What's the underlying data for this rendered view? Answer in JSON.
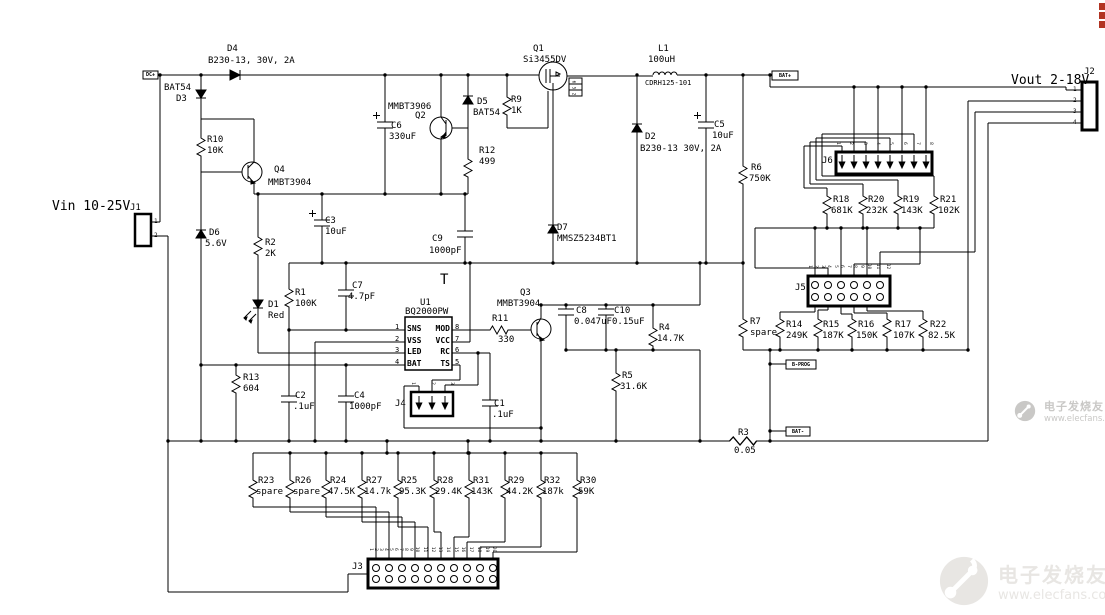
{
  "labels": {
    "vin": "Vin 10-25V",
    "vout": "Vout 2-18V",
    "probe_t": "T"
  },
  "connectors": {
    "j1": "J1",
    "j2": "J2",
    "j3": "J3",
    "j4": "J4",
    "j5": "J5",
    "j6": "J6"
  },
  "net_labels": {
    "dc_plus": "DC+",
    "bat_plus": "BAT+",
    "b_prog": "B-PROG",
    "bat_minus": "BAT-"
  },
  "ic": {
    "ref": "U1",
    "part": "BQ2000PW",
    "left_pin_numbers": [
      "1",
      "2",
      "3",
      "4"
    ],
    "left_pin_names": [
      "SNS",
      "VSS",
      "LED",
      "BAT"
    ],
    "right_pin_numbers": [
      "8",
      "7",
      "6",
      "5"
    ],
    "right_pin_names": [
      "MOD",
      "VCC",
      "RC",
      "TS"
    ]
  },
  "components": {
    "d4": {
      "ref": "D4",
      "value": "B230-13, 30V, 2A"
    },
    "d3": {
      "ref": "D3",
      "value": "BAT54"
    },
    "r10": {
      "ref": "R10",
      "value": "10K"
    },
    "q4": {
      "ref": "Q4",
      "value": "MMBT3904"
    },
    "q2": {
      "ref": "Q2",
      "value": "MMBT3906"
    },
    "c6": {
      "ref": "C6",
      "value": "330uF"
    },
    "d5": {
      "ref": "D5",
      "value": "BAT54"
    },
    "r9": {
      "ref": "R9",
      "value": "1K"
    },
    "q1": {
      "ref": "Q1",
      "value": "Si3455DV"
    },
    "r12": {
      "ref": "R12",
      "value": "499"
    },
    "l1": {
      "ref": "L1",
      "value": "100uH",
      "part": "CDRH125-101"
    },
    "d2": {
      "ref": "D2",
      "value": "B230-13 30V, 2A"
    },
    "c5": {
      "ref": "C5",
      "value": "10uF"
    },
    "r6": {
      "ref": "R6",
      "value": "750K"
    },
    "d6": {
      "ref": "D6",
      "value": "5.6V"
    },
    "r2": {
      "ref": "R2",
      "value": "2K"
    },
    "c3": {
      "ref": "C3",
      "value": "10uF"
    },
    "c7": {
      "ref": "C7",
      "value": "4.7pF"
    },
    "d1": {
      "ref": "D1",
      "value": "Red"
    },
    "r1": {
      "ref": "R1",
      "value": "100K"
    },
    "c9": {
      "ref": "C9",
      "value": "1000pF"
    },
    "d7": {
      "ref": "D7",
      "value": "MMSZ5234BT1"
    },
    "r11": {
      "ref": "R11",
      "value": "330"
    },
    "q3": {
      "ref": "Q3",
      "value": "MMBT3904"
    },
    "c8": {
      "ref": "C8",
      "value": "0.047uF"
    },
    "c10": {
      "ref": "C10",
      "value": "0.15uF"
    },
    "r4": {
      "ref": "R4",
      "value": "14.7K"
    },
    "r5": {
      "ref": "R5",
      "value": "31.6K"
    },
    "r13": {
      "ref": "R13",
      "value": "604"
    },
    "c2": {
      "ref": "C2",
      "value": ".1uF"
    },
    "c4": {
      "ref": "C4",
      "value": "1000pF"
    },
    "c1": {
      "ref": "C1",
      "value": ".1uF"
    },
    "r3": {
      "ref": "R3",
      "value": "0.05"
    },
    "r18": {
      "ref": "R18",
      "value": "681K"
    },
    "r20": {
      "ref": "R20",
      "value": "232K"
    },
    "r19": {
      "ref": "R19",
      "value": "143K"
    },
    "r21": {
      "ref": "R21",
      "value": "102K"
    },
    "r7": {
      "ref": "R7",
      "value": "spare"
    },
    "r14": {
      "ref": "R14",
      "value": "249K"
    },
    "r15": {
      "ref": "R15",
      "value": "187K"
    },
    "r16": {
      "ref": "R16",
      "value": "150K"
    },
    "r17": {
      "ref": "R17",
      "value": "107K"
    },
    "r22": {
      "ref": "R22",
      "value": "82.5K"
    },
    "r23": {
      "ref": "R23",
      "value": "spare"
    },
    "r26": {
      "ref": "R26",
      "value": "spare"
    },
    "r24": {
      "ref": "R24",
      "value": "47.5K"
    },
    "r27": {
      "ref": "R27",
      "value": "14.7k"
    },
    "r25": {
      "ref": "R25",
      "value": "95.3K"
    },
    "r28": {
      "ref": "R28",
      "value": "29.4K"
    },
    "r31": {
      "ref": "R31",
      "value": "143K"
    },
    "r29": {
      "ref": "R29",
      "value": "44.2K"
    },
    "r32": {
      "ref": "R32",
      "value": "187k"
    },
    "r30": {
      "ref": "R30",
      "value": "59K"
    }
  },
  "pins": {
    "j1": [
      "1",
      "2"
    ],
    "j2": [
      "1",
      "2",
      "3",
      "4"
    ],
    "j4": [
      "1",
      "2",
      "3"
    ],
    "j6": [
      "1",
      "2",
      "3",
      "4",
      "5",
      "6",
      "7",
      "8"
    ],
    "j5": [
      "1",
      "2",
      "3",
      "4",
      "5",
      "6",
      "7",
      "8",
      "9",
      "10",
      "11",
      "12"
    ],
    "j3": [
      "1",
      "2",
      "3",
      "4",
      "5",
      "6",
      "7",
      "8",
      "9",
      "10",
      "11",
      "12",
      "13",
      "14",
      "15",
      "16",
      "17",
      "18",
      "19",
      "20"
    ],
    "q1_tab": [
      "6",
      "5",
      "2"
    ]
  },
  "watermark": {
    "brand": "电子发烧友",
    "site": "www.elecfans.com"
  },
  "colors": {
    "ink": "#000000",
    "red_mark": "#b23322",
    "watermark_light": "#e8e6e3",
    "watermark_mid": "#c9c8c6"
  }
}
